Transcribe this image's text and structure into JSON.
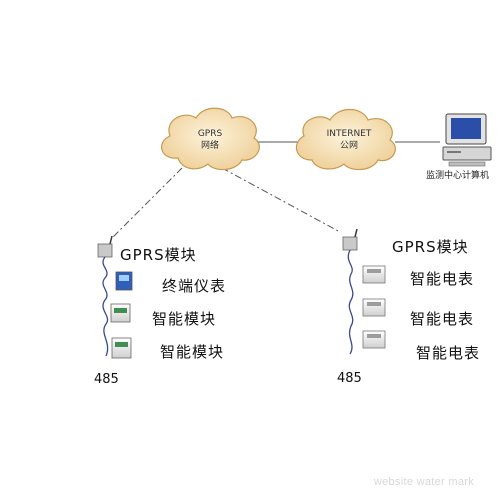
{
  "clouds": {
    "gprs": {
      "line1": "GPRS",
      "line2": "网络"
    },
    "internet": {
      "line1": "INTERNET",
      "line2": "公网"
    }
  },
  "monitor_center": {
    "label": "监测中心计算机"
  },
  "left_branch": {
    "module_label": "GPRS模块",
    "devices": [
      "终端仪表",
      "智能模块",
      "智能模块"
    ],
    "bus_label": "485"
  },
  "right_branch": {
    "module_label": "GPRS模块",
    "devices": [
      "智能电表",
      "智能电表",
      "智能电表"
    ],
    "bus_label": "485"
  },
  "watermark": "website water mark",
  "colors": {
    "cloud_fill": "#f5deb0",
    "cloud_stroke": "#c79a52",
    "wire": "#3a4a8a"
  }
}
